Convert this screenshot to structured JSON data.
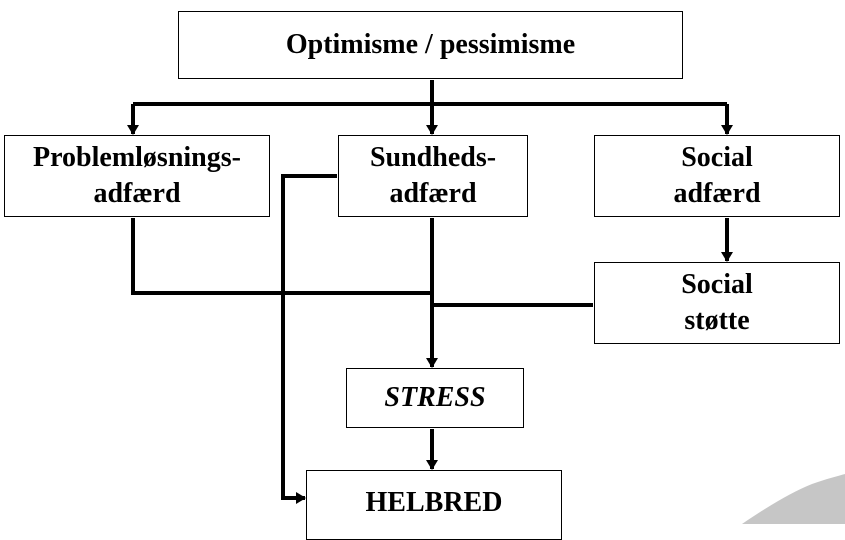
{
  "nodes": {
    "top": {
      "label": "Optimisme / pessimisme"
    },
    "problem": {
      "line1": "Problemløsnings-",
      "line2": "adfærd"
    },
    "sundhed": {
      "line1": "Sundheds-",
      "line2": "adfærd"
    },
    "social": {
      "line1": "Social",
      "line2": "adfærd"
    },
    "stotte": {
      "line1": "Social",
      "line2": "støtte"
    },
    "stress": {
      "label": "STRESS"
    },
    "helbred": {
      "label": "HELBRED"
    }
  },
  "colors": {
    "line": "#000000",
    "box_border": "#000000",
    "background": "#ffffff",
    "decor": "#b8b8b8"
  }
}
